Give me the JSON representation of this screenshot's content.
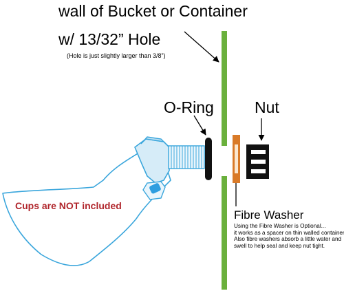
{
  "title": {
    "line1": "wall of Bucket or Container",
    "line2": "w/ 13/32” Hole",
    "note": "(Hole is just slightly larger than 3/8”)"
  },
  "labels": {
    "oring": "O-Ring",
    "nut": "Nut",
    "cups": "Cups are NOT included",
    "fibre_washer": "Fibre Washer"
  },
  "fibre_washer_note": [
    "Using the Fibre Washer is Optional...",
    "it works as a spacer on thin walled containers.",
    "Also fibre washers absorb a little water and",
    "swell to help seal and keep nut tight."
  ],
  "colors": {
    "wall": "#6ab03c",
    "cup_outline": "#3aa6dc",
    "fitting_fill": "#d6ecf8",
    "washer": "#d97a28",
    "washer_inner": "#fbe7cf",
    "cups_text": "#b0252b"
  }
}
